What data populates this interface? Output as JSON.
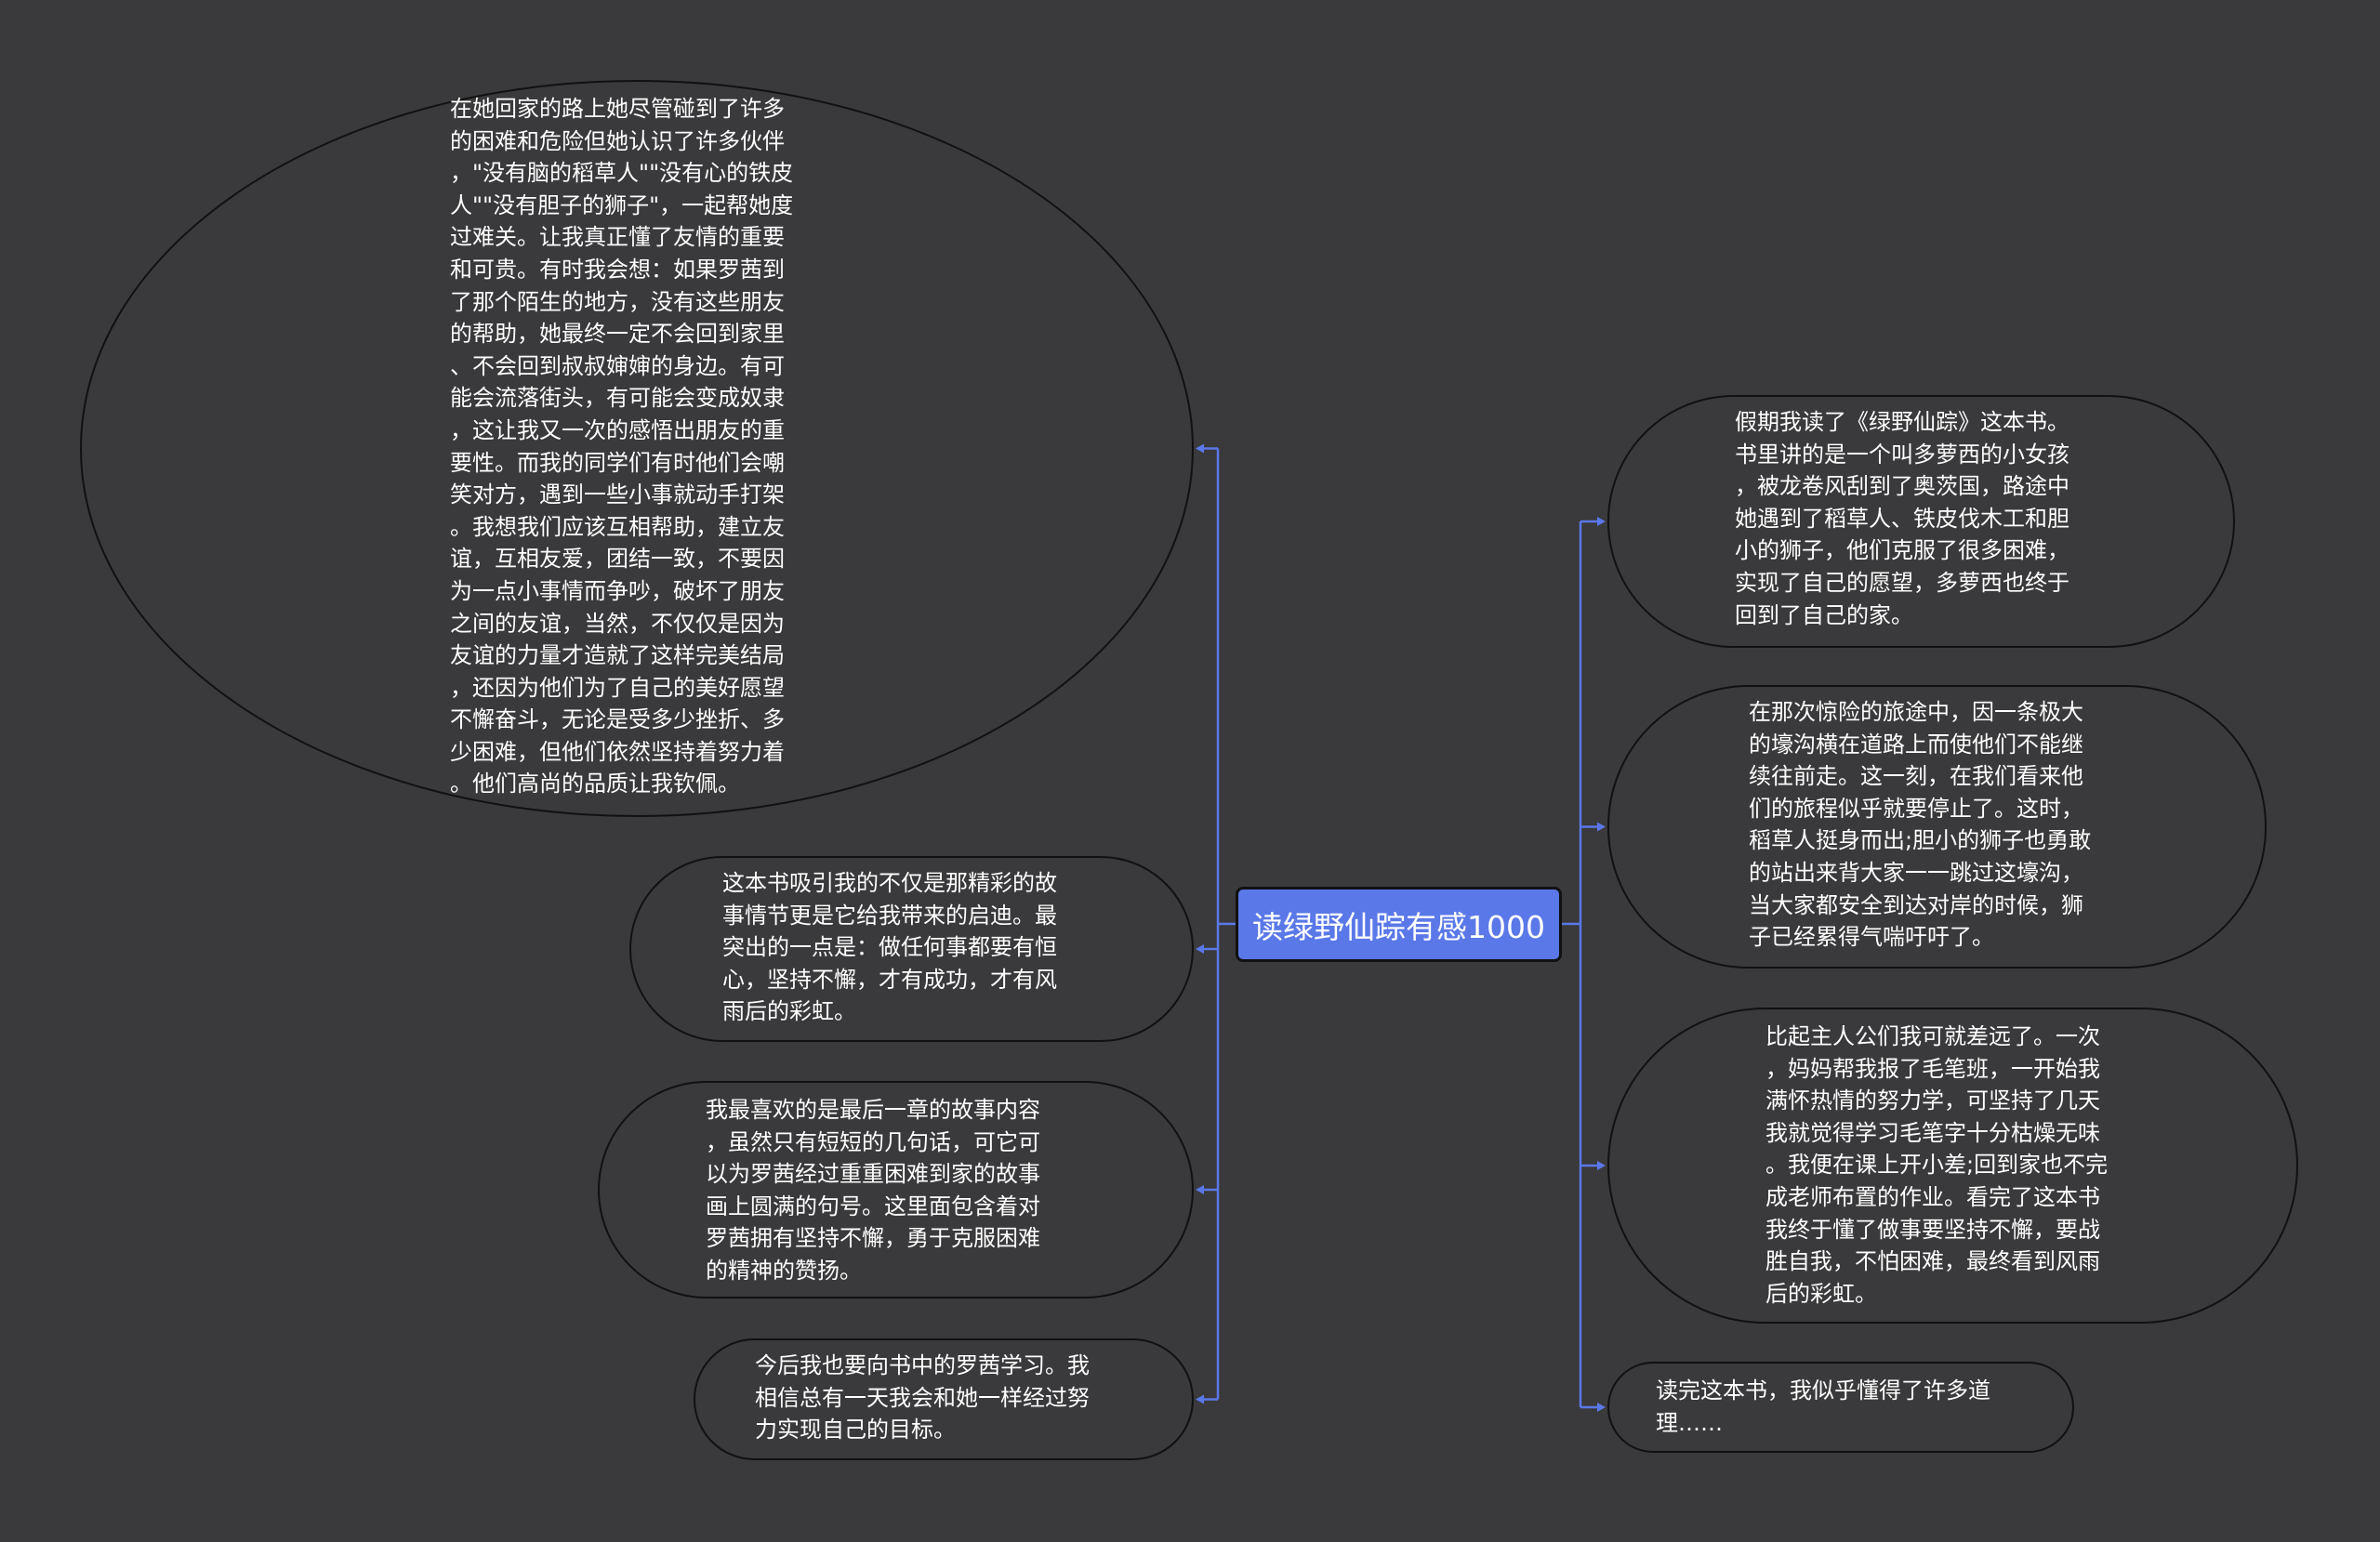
{
  "central": {
    "label": "读绿野仙踪有感1000"
  },
  "colors": {
    "background": "#3a393b",
    "central_fill": "#5a78e8",
    "connector": "#5a78e8",
    "node_border": "#111111",
    "text": "#ffffff"
  },
  "left_nodes": [
    {
      "text": "在她回家的路上她尽管碰到了许多\n的困难和危险但她认识了许多伙伴\n，\"没有脑的稻草人\"\"没有心的铁皮\n人\"\"没有胆子的狮子\"，一起帮她度\n过难关。让我真正懂了友情的重要\n和可贵。有时我会想：如果罗茜到\n了那个陌生的地方，没有这些朋友\n的帮助，她最终一定不会回到家里\n、不会回到叔叔婶婶的身边。有可\n能会流落街头，有可能会变成奴隶\n，这让我又一次的感悟出朋友的重\n要性。而我的同学们有时他们会嘲\n笑对方，遇到一些小事就动手打架\n。我想我们应该互相帮助，建立友\n谊，互相友爱，团结一致，不要因\n为一点小事情而争吵，破坏了朋友\n之间的友谊，当然，不仅仅是因为\n友谊的力量才造就了这样完美结局\n，还因为他们为了自己的美好愿望\n不懈奋斗，无论是受多少挫折、多\n少困难，但他们依然坚持着努力着\n。他们高尚的品质让我钦佩。"
    },
    {
      "text": "这本书吸引我的不仅是那精彩的故\n事情节更是它给我带来的启迪。最\n突出的一点是：做任何事都要有恒\n心，坚持不懈，才有成功，才有风\n雨后的彩虹。"
    },
    {
      "text": "我最喜欢的是最后一章的故事内容\n，虽然只有短短的几句话，可它可\n以为罗茜经过重重困难到家的故事\n画上圆满的句号。这里面包含着对\n罗茜拥有坚持不懈，勇于克服困难\n的精神的赞扬。"
    },
    {
      "text": "今后我也要向书中的罗茜学习。我\n相信总有一天我会和她一样经过努\n力实现自己的目标。"
    }
  ],
  "right_nodes": [
    {
      "text": "假期我读了《绿野仙踪》这本书。\n书里讲的是一个叫多萝西的小女孩\n，被龙卷风刮到了奥茨国，路途中\n她遇到了稻草人、铁皮伐木工和胆\n小的狮子，他们克服了很多困难，\n实现了自己的愿望，多萝西也终于\n回到了自己的家。"
    },
    {
      "text": "在那次惊险的旅途中，因一条极大\n的壕沟横在道路上而使他们不能继\n续往前走。这一刻，在我们看来他\n们的旅程似乎就要停止了。这时，\n稻草人挺身而出;胆小的狮子也勇敢\n的站出来背大家一一跳过这壕沟，\n当大家都安全到达对岸的时候，狮\n子已经累得气喘吁吁了。"
    },
    {
      "text": "比起主人公们我可就差远了。一次\n，妈妈帮我报了毛笔班，一开始我\n满怀热情的努力学，可坚持了几天\n我就觉得学习毛笔字十分枯燥无味\n。我便在课上开小差;回到家也不完\n成老师布置的作业。看完了这本书\n我终于懂了做事要坚持不懈，要战\n胜自我，不怕困难，最终看到风雨\n后的彩虹。"
    },
    {
      "text": "读完这本书，我似乎懂得了许多道\n理……"
    }
  ]
}
